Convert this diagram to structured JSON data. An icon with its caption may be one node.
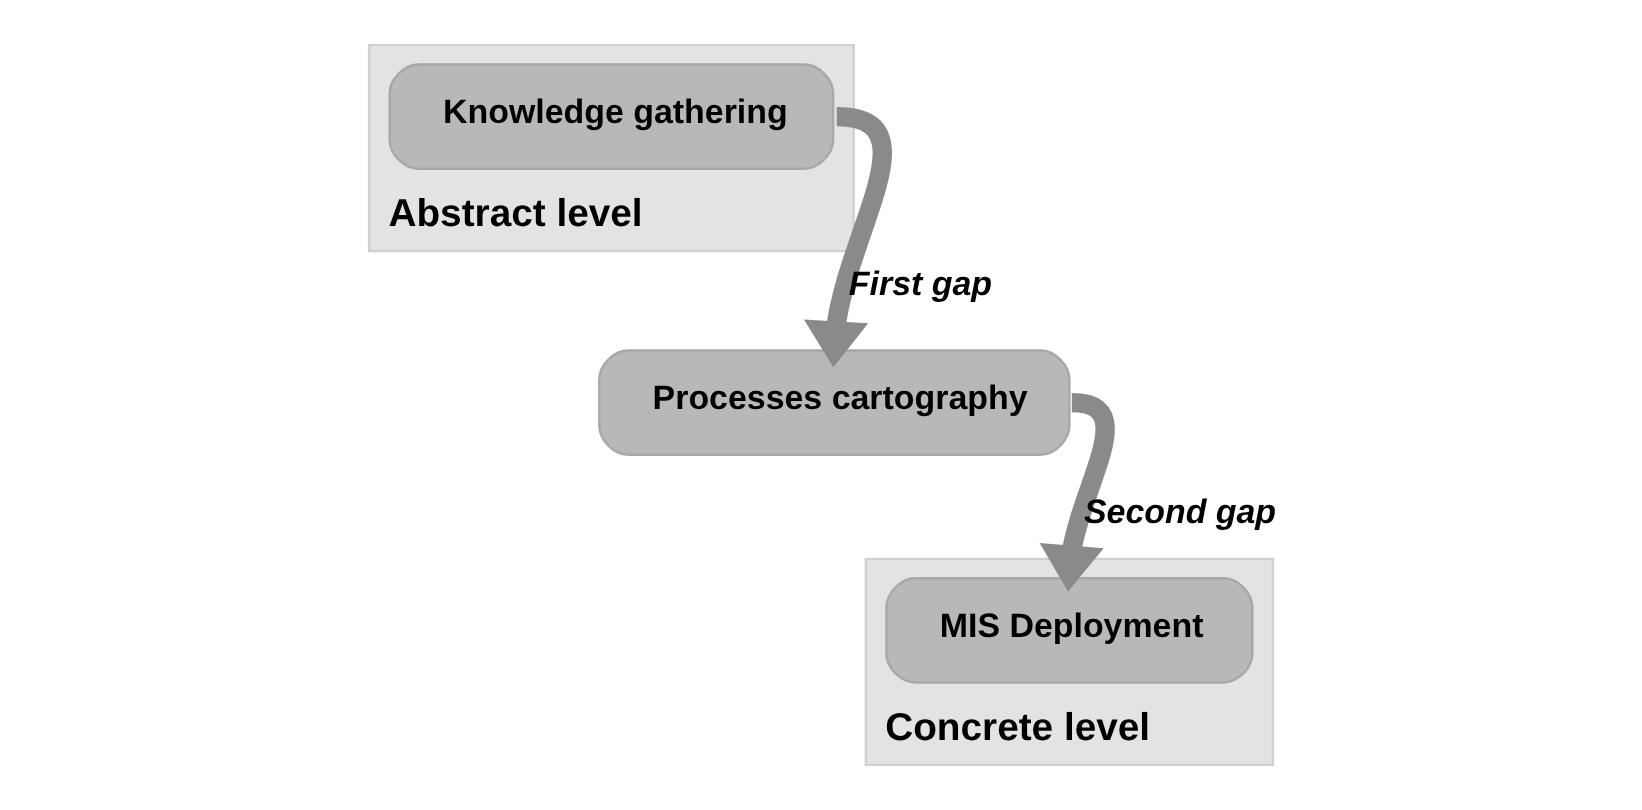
{
  "diagram": {
    "nodes": [
      {
        "text": [
          "Abstract level"
        ]
      },
      {
        "text": [
          "Knowledge gathering"
        ],
        "in": 0
      },
      {
        "text": [
          "Concrete level"
        ]
      },
      {
        "text": [
          "Processes cartography"
        ]
      },
      {
        "text": [
          "MIS Deployment"
        ],
        "in": 2
      }
    ],
    "edges": [
      {
        "from": 1,
        "to": 3,
        "arrow": "to",
        "label": "First gap"
      },
      {
        "from": 3,
        "to": 4,
        "arrow": "to",
        "label": "Second gap"
      }
    ]
  }
}
